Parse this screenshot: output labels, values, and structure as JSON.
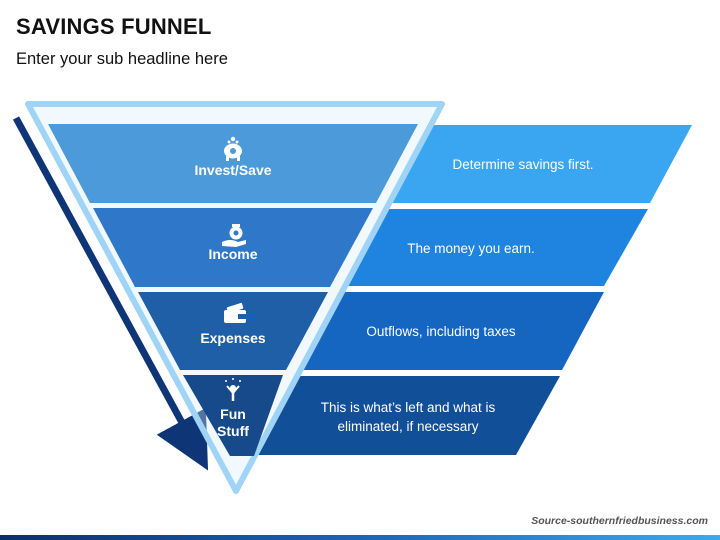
{
  "header": {
    "title": "SAVINGS FUNNEL",
    "subtitle": "Enter your sub headline here"
  },
  "tiers": [
    {
      "label": "Invest/Save",
      "description": "Determine savings first.",
      "icon": "piggy-bank-icon",
      "color": "#4c9ad9",
      "band_color": "#3aa6f2"
    },
    {
      "label": "Income",
      "description": "The money you earn.",
      "icon": "money-bag-hand-icon",
      "color": "#2e77c9",
      "band_color": "#1f84e0"
    },
    {
      "label": "Expenses",
      "description": "Outflows, including taxes",
      "icon": "wallet-icon",
      "color": "#1f5fa8",
      "band_color": "#1566c0"
    },
    {
      "label": "Fun Stuff",
      "description": "This is what’s left and what is eliminated, if necessary",
      "icon": "celebrating-person-icon",
      "color": "#164a8a",
      "band_color": "#114f99"
    }
  ],
  "colors": {
    "funnel_outline": "#9fd4f7",
    "arrow": "#0e3575"
  },
  "footer": {
    "source": "Source-southernfriedbusiness.com"
  }
}
